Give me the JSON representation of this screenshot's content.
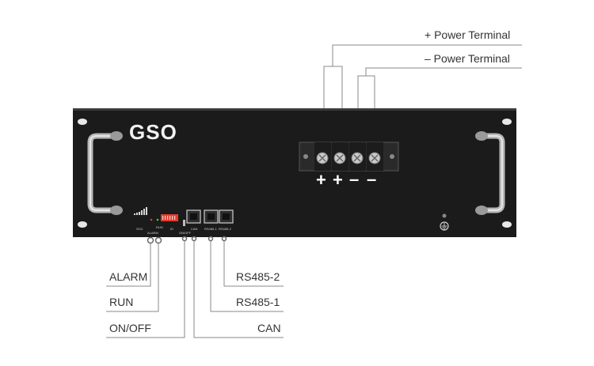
{
  "brand": "GSO",
  "labels": {
    "pos_terminal": "+ Power Terminal",
    "neg_terminal": "– Power Terminal",
    "alarm": "ALARM",
    "run": "RUN",
    "on_off": "ON/OFF",
    "rs485_2": "RS485-2",
    "rs485_1": "RS485-1",
    "can": "CAN"
  },
  "terminal_symbols": [
    "+",
    "+",
    "–",
    "–"
  ],
  "panel_marks": {
    "soc": "SOC",
    "alarm": "ALARM",
    "run": "RUN",
    "id": "ID",
    "on_off": "ON/OFF",
    "can": "CAN",
    "rs485_1": "RS485-1",
    "rs485_2": "RS485-2"
  },
  "colors": {
    "panel": "#1b1b1b",
    "lines": "#7a7a7a",
    "dip_switch": "#e23b2e"
  }
}
